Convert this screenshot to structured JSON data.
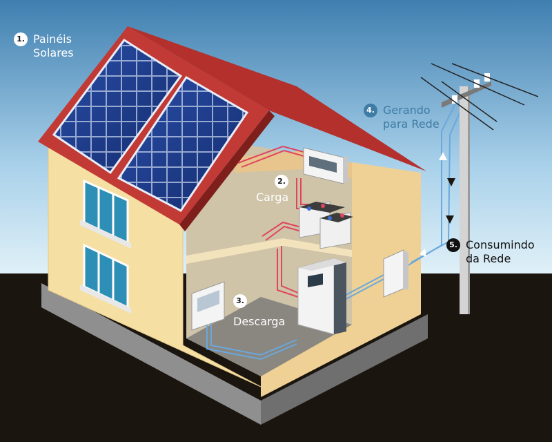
{
  "labels": {
    "paineis": {
      "number": "1.",
      "text": "Painéis\nSolares"
    },
    "carga": {
      "number": "2.",
      "text": "Carga"
    },
    "descarga": {
      "number": "3.",
      "text": "Descarga"
    },
    "gerando": {
      "number": "4.",
      "text": "Gerando\npara Rede"
    },
    "consumindo": {
      "number": "5.",
      "text": "Consumindo\nda Rede"
    }
  },
  "colors": {
    "sky_top": "#3f7fb0",
    "sky_bottom": "#d6ebf6",
    "ground": "#1b1510",
    "wall": "#f5dfa3",
    "roof": "#c23a35",
    "panel": "#1c3a86",
    "wire_red": "#e0445f",
    "wire_blue": "#6aa8dd",
    "accent_blue": "#3e7ca6"
  },
  "icons": [
    "solar-panel-icon",
    "meter-icon",
    "battery-icon",
    "inverter-icon",
    "breaker-panel-icon",
    "utility-pole-icon",
    "grid-meter-icon"
  ]
}
